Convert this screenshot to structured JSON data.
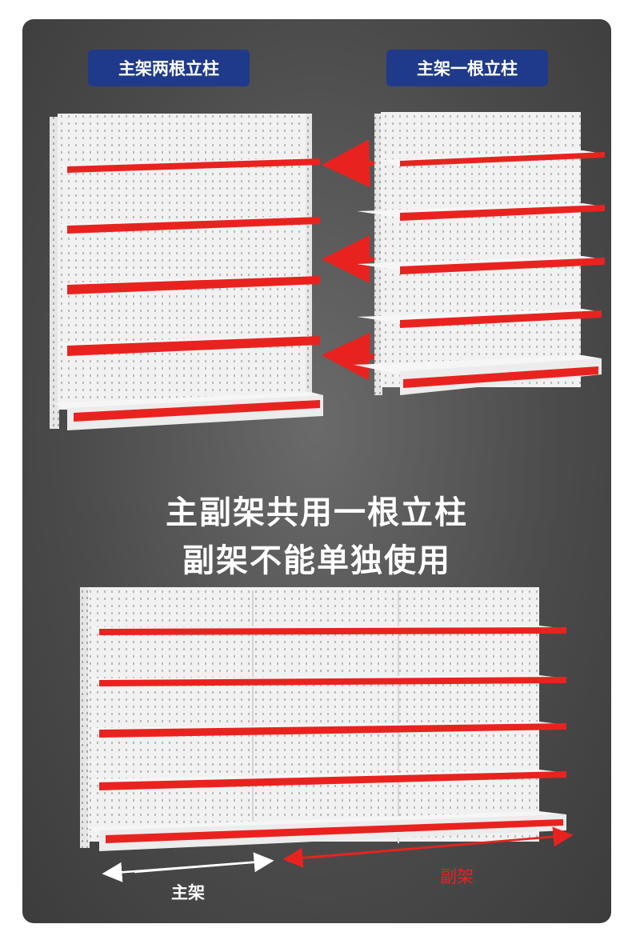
{
  "badges": {
    "left": "主架两根立柱",
    "right": "主架一根立柱"
  },
  "headline": {
    "line1": "主副架共用一根立柱",
    "line2": "副架不能单独使用"
  },
  "labels": {
    "main": "主架",
    "sub": "副架"
  },
  "colors": {
    "panel_background": "#4a4a4a",
    "badge": "#1f3a8a",
    "shelf_red": "#e8231f",
    "shelf_white": "#f2f2f2"
  }
}
